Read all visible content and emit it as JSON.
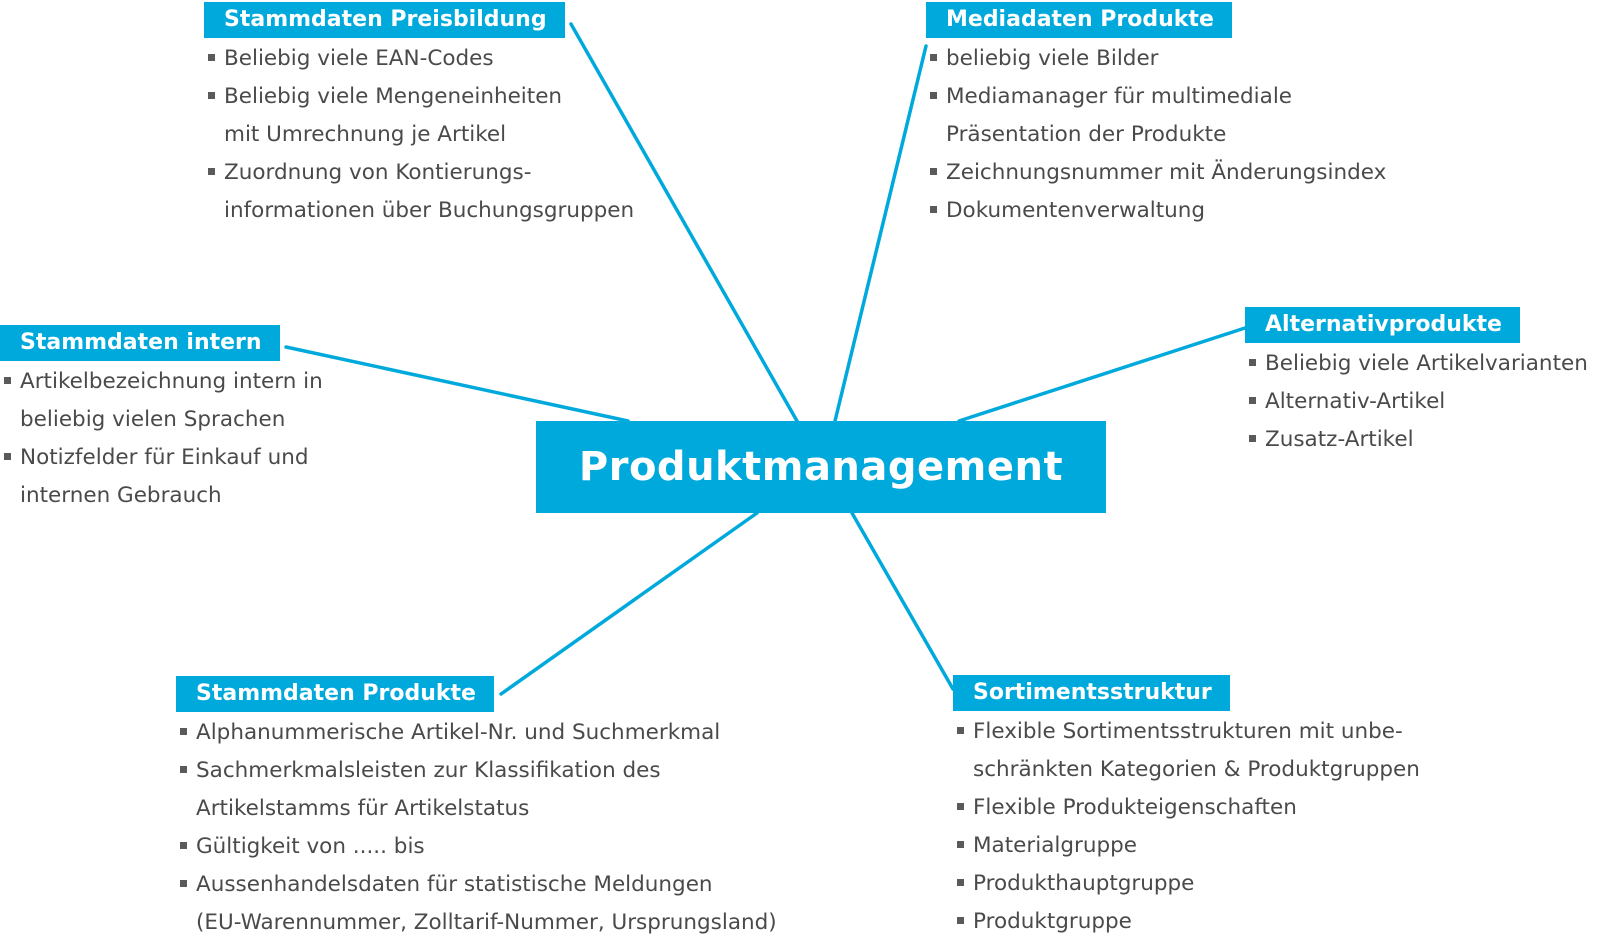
{
  "hub": "Produktmanagement",
  "colors": {
    "accent": "#00a9dc",
    "text": "#4a4a4a",
    "background": "#ffffff"
  },
  "nodes": {
    "preisbildung": {
      "title": "Stammdaten Preisbildung",
      "items": [
        "Beliebig viele EAN-Codes",
        "Beliebig viele Mengeneinheiten\nmit Umrechnung je Artikel",
        "Zuordnung von Kontierungs-\ninformationen über Buchungsgruppen"
      ]
    },
    "mediadaten": {
      "title": "Mediadaten Produkte",
      "items": [
        "beliebig viele Bilder",
        "Mediamanager für multimediale\nPräsentation der Produkte",
        "Zeichnungsnummer mit Änderungsindex",
        "Dokumentenverwaltung"
      ]
    },
    "intern": {
      "title": "Stammdaten intern",
      "items": [
        "Artikelbezeichnung intern in\nbeliebig vielen Sprachen",
        "Notizfelder für Einkauf und\ninternen Gebrauch"
      ]
    },
    "alternativ": {
      "title": "Alternativprodukte",
      "items": [
        "Beliebig viele Artikelvarianten",
        "Alternativ-Artikel",
        "Zusatz-Artikel"
      ]
    },
    "produkte": {
      "title": "Stammdaten Produkte",
      "items": [
        "Alphanummerische Artikel-Nr. und Suchmerkmal",
        "Sachmerkmalsleisten zur Klassifikation des\nArtikelstamms für Artikelstatus",
        "Gültigkeit von ..... bis",
        "Aussenhandelsdaten für statistische Meldungen\n(EU-Warennummer, Zolltarif-Nummer, Ursprungsland)"
      ]
    },
    "sortiment": {
      "title": "Sortimentsstruktur",
      "items": [
        "Flexible Sortimentsstrukturen mit unbe-\nschränkten Kategorien & Produktgruppen",
        "Flexible Produkteigenschaften",
        "Materialgruppe",
        "Produkthauptgruppe",
        "Produktgruppe"
      ]
    }
  }
}
